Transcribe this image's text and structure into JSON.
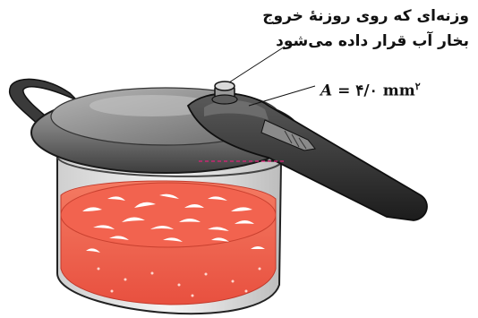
{
  "annotation": {
    "line1": "وزنه‌ای که روی روزنهٔ خروج",
    "line2": "بخار آب قرار داده می‌شود"
  },
  "formula": {
    "variable": "A",
    "equals": "=",
    "value": "۴/۰",
    "unit": "mm",
    "exponent": "۲"
  },
  "colors": {
    "food": "#f0604e",
    "food_dark": "#d9483a",
    "steam_marks": "#ffffff",
    "lid": "#6f6f6f",
    "handle": "#2e2e2e",
    "guide_line": "#e0207a"
  }
}
